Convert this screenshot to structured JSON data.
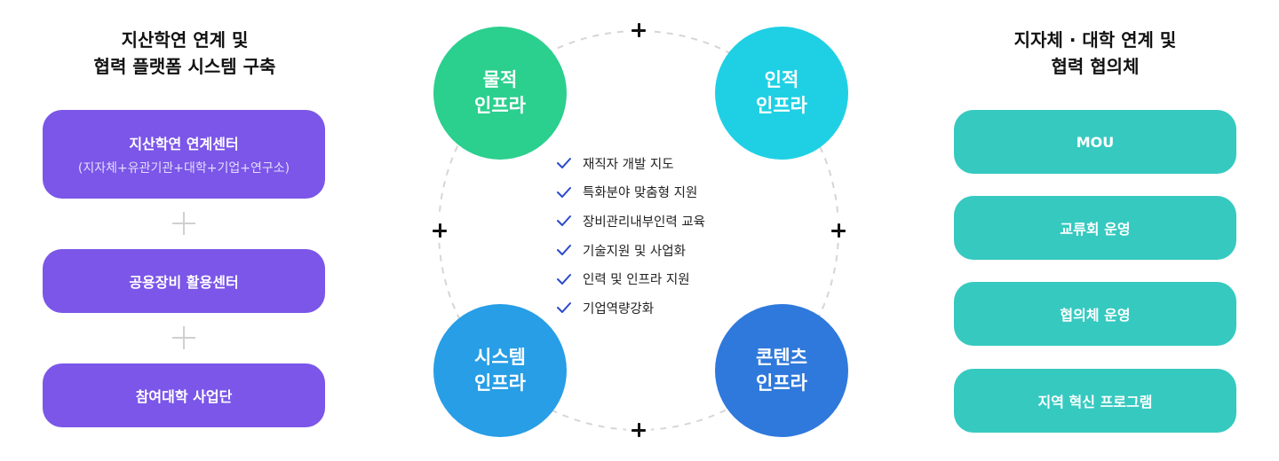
{
  "left": {
    "title_lines": [
      "지산학연 연계 및",
      "협력 플랫폼 시스템 구축"
    ],
    "boxes": [
      {
        "label": "지산학연 연계센터",
        "sub": "(지자체+유관기관+대학+기업+연구소)"
      },
      {
        "label": "공용장비 활용센터"
      },
      {
        "label": "참여대학 사업단"
      }
    ]
  },
  "center": {
    "circles": [
      {
        "line1": "물적",
        "line2": "인프라"
      },
      {
        "line1": "인적",
        "line2": "인프라"
      },
      {
        "line1": "시스템",
        "line2": "인프라"
      },
      {
        "line1": "콘텐츠",
        "line2": "인프라"
      }
    ],
    "checklist": [
      "재직자 개발 지도",
      "특화분야 맞춤형 지원",
      "장비관리내부인력 교육",
      "기술지원 및 사업화",
      "인력 및 인프라 지원",
      "기업역량강화"
    ]
  },
  "right": {
    "title_lines": [
      "지자체 · 대학 연계 및",
      "협력 협의체"
    ],
    "boxes": [
      {
        "label": "MOU"
      },
      {
        "label": "교류회 운영"
      },
      {
        "label": "협의체 운영"
      },
      {
        "label": "지역 혁신 프로그램"
      }
    ]
  },
  "colors": {
    "purple": "#7b56e8",
    "teal": "#36c9c0",
    "green": "#2bcf8e",
    "cyan": "#1fd0e4",
    "blue": "#279ee6",
    "royal": "#2f79dc",
    "check": "#2b4acb"
  },
  "icons": [
    "plus-icon",
    "check-icon"
  ]
}
